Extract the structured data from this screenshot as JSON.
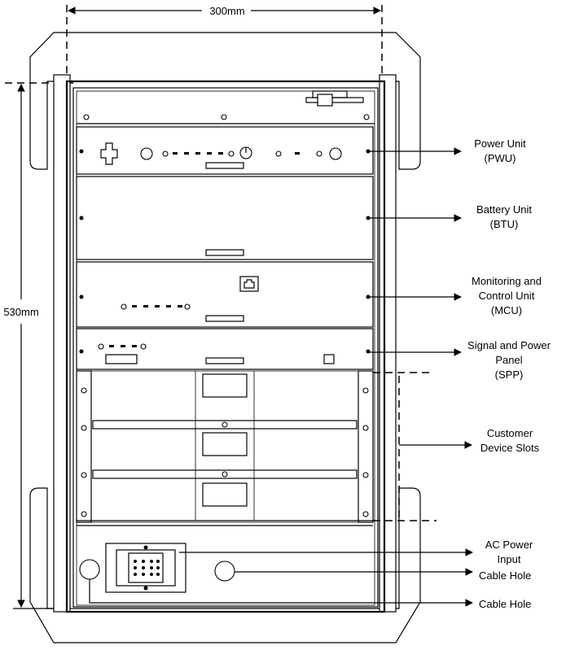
{
  "dimensions": {
    "width": "300mm",
    "height": "530mm"
  },
  "callouts": [
    {
      "id": "pwu",
      "lines": [
        "Power Unit",
        "(PWU)"
      ]
    },
    {
      "id": "btu",
      "lines": [
        "Battery Unit",
        "(BTU)"
      ]
    },
    {
      "id": "mcu",
      "lines": [
        "Monitoring and",
        "Control Unit",
        "(MCU)"
      ]
    },
    {
      "id": "spp",
      "lines": [
        "Signal and Power",
        "Panel",
        "(SPP)"
      ]
    },
    {
      "id": "customer",
      "lines": [
        "Customer",
        "Device Slots"
      ]
    },
    {
      "id": "ac",
      "lines": [
        "AC Power",
        "Input"
      ]
    },
    {
      "id": "cable1",
      "lines": [
        "Cable Hole"
      ]
    },
    {
      "id": "cable2",
      "lines": [
        "Cable Hole"
      ]
    }
  ]
}
